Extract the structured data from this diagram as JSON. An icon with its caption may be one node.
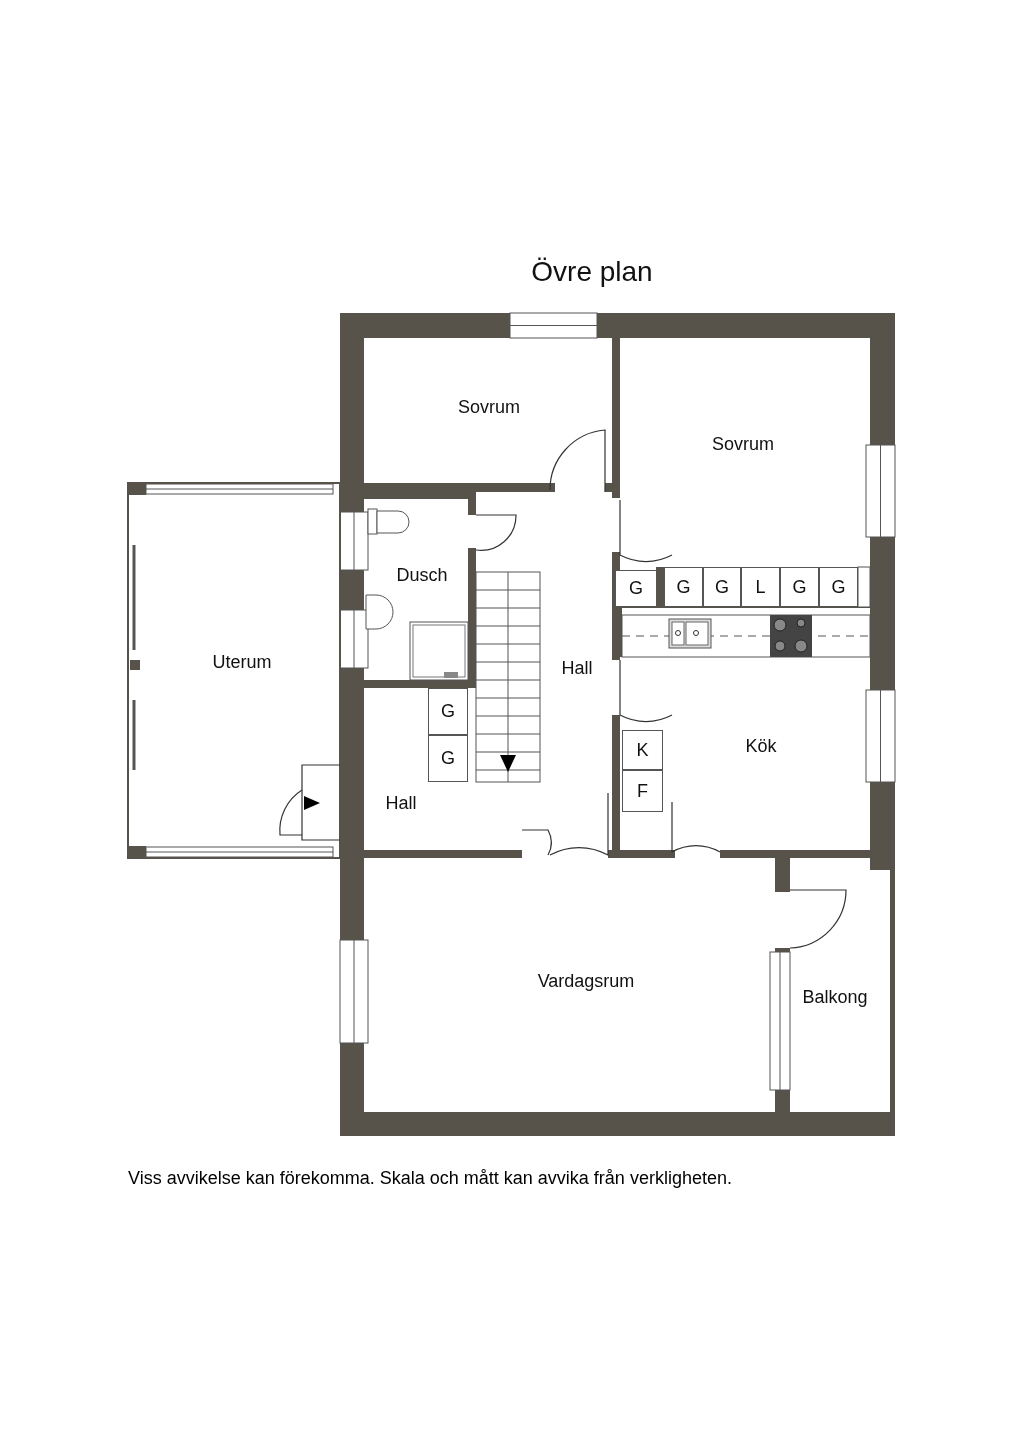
{
  "diagram": {
    "title": "Övre plan",
    "caption": "Viss avvikelse kan förekomma. Skala och mått kan avvika från verkligheten.",
    "nodes": [
      {
        "text": [
          "G"
        ]
      },
      {
        "text": [
          "G"
        ]
      },
      {
        "text": [
          "G"
        ]
      },
      {
        "text": [
          "L"
        ]
      },
      {
        "text": [
          "G"
        ]
      },
      {
        "text": [
          "G"
        ]
      },
      {
        "text": [
          "G"
        ]
      },
      {
        "text": [
          "G"
        ]
      },
      {
        "text": [
          "K"
        ]
      },
      {
        "text": [
          "F"
        ]
      }
    ],
    "labels": [
      "Sovrum",
      "Sovrum",
      "Dusch",
      "Uterum",
      "Hall",
      "Kök",
      "Hall",
      "Vardagsrum",
      "Balkong"
    ]
  }
}
